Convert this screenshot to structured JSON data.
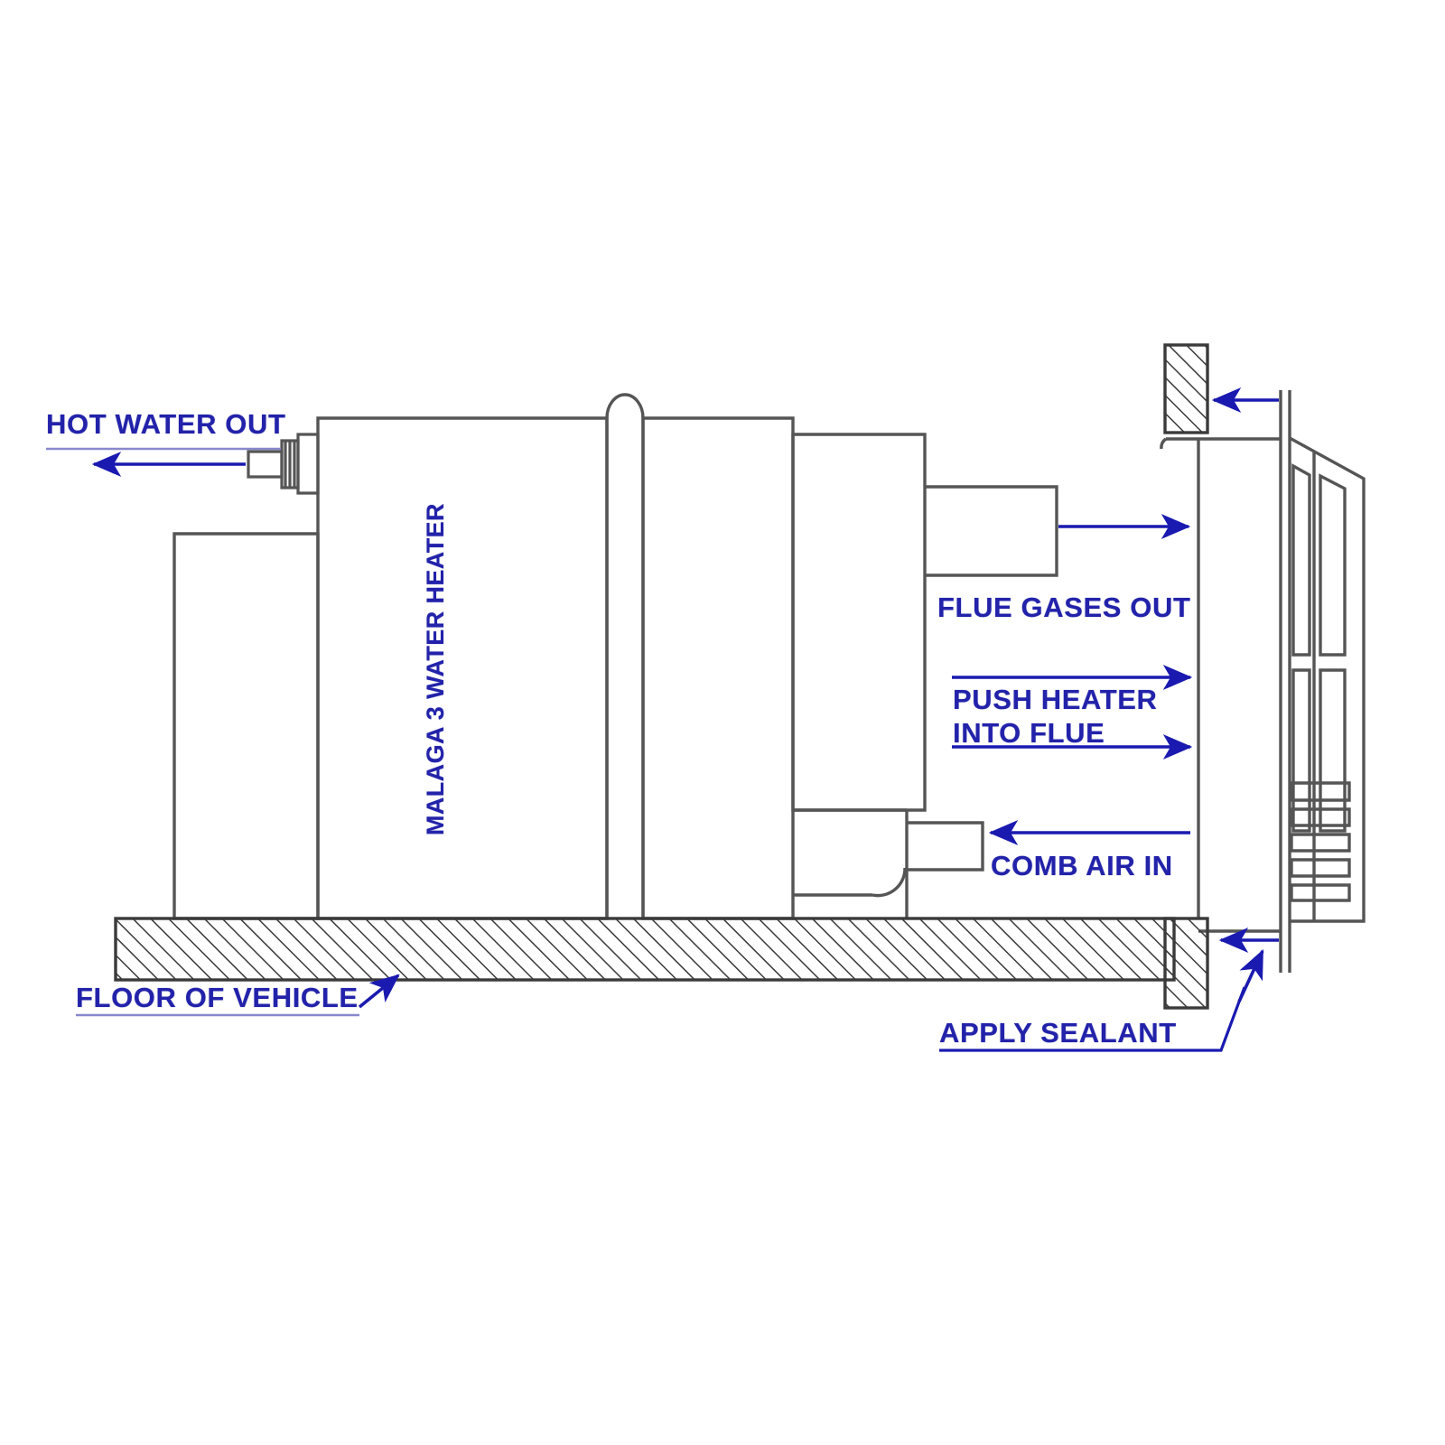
{
  "diagram": {
    "title": "Malaga 3 Water Heater Flue Installation Cross-Section",
    "colors": {
      "label_blue": "#2222aa",
      "line_gray": "#555555",
      "hatch_gray": "#444444",
      "background": "#ffffff"
    },
    "labels": {
      "hot_water_out": "HOT WATER OUT",
      "appliance_name": "MALAGA 3 WATER HEATER",
      "flue_gases_out": "FLUE GASES OUT",
      "push_heater_line1": "PUSH HEATER",
      "push_heater_line2": "INTO FLUE",
      "comb_air_in": "COMB AIR IN",
      "floor_of_vehicle": "FLOOR OF VEHICLE",
      "apply_sealant": "APPLY SEALANT"
    },
    "annotations": [
      {
        "id": "hot-water-out",
        "text": "HOT WATER OUT",
        "direction": "left",
        "description": "Arrow pointing left from the water outlet spigot on the left side of the heater"
      },
      {
        "id": "flue-gases-out",
        "text": "FLUE GASES OUT",
        "direction": "right",
        "description": "Arrow pointing right from the upper flue duct toward the external wall vent"
      },
      {
        "id": "push-heater-into-flue",
        "text": "PUSH HEATER INTO FLUE",
        "direction": "right",
        "description": "Two arrows pointing right indicating the heater is pushed into the wall flue assembly"
      },
      {
        "id": "comb-air-in",
        "text": "COMB AIR IN",
        "direction": "left",
        "description": "Arrow pointing left into the combustion air inlet box at lower right of heater"
      },
      {
        "id": "floor-of-vehicle",
        "text": "FLOOR OF VEHICLE",
        "direction": "up-right",
        "description": "Leader arrow pointing up-right to the hatched floor section"
      },
      {
        "id": "apply-sealant",
        "text": "APPLY SEALANT",
        "direction": "up-right",
        "description": "Leader line pointing up-right to the hatched sealant blocks at the wall penetration"
      },
      {
        "id": "sealant-top",
        "text": "",
        "direction": "left",
        "description": "Arrow pointing left at the top hatched sealant block"
      },
      {
        "id": "sealant-bottom",
        "text": "",
        "direction": "left",
        "description": "Arrow pointing left at the bottom hatched sealant block"
      }
    ],
    "components": [
      {
        "id": "water-heater-body",
        "name": "Malaga 3 water heater main body"
      },
      {
        "id": "water-outlet-spigot",
        "name": "Hot water outlet spigot"
      },
      {
        "id": "flue-pipe-divider",
        "name": "Rounded-top internal flue pipe"
      },
      {
        "id": "flue-outlet-duct",
        "name": "Upper flue gas outlet duct"
      },
      {
        "id": "comb-air-inlet-duct",
        "name": "Lower combustion air inlet duct"
      },
      {
        "id": "vehicle-floor",
        "name": "Hatched vehicle floor section"
      },
      {
        "id": "wall-flue-assembly",
        "name": "External wall flue assembly"
      },
      {
        "id": "external-vent-cowl",
        "name": "External vent cowl with slots and louvres"
      },
      {
        "id": "sealant-block-top",
        "name": "Top hatched sealant block"
      },
      {
        "id": "sealant-block-bottom",
        "name": "Bottom hatched sealant block"
      }
    ]
  }
}
